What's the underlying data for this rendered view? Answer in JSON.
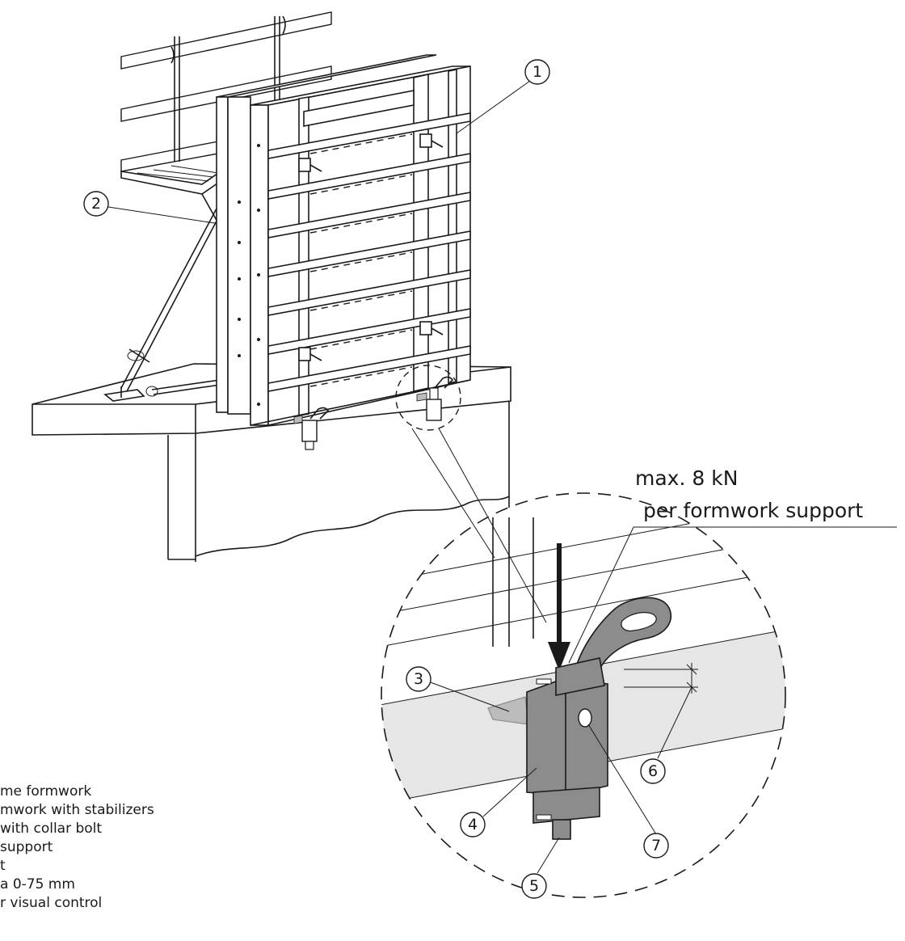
{
  "load_label": {
    "line1": "max. 8 kN",
    "line2": "per formwork support"
  },
  "callouts": [
    "1",
    "2",
    "3",
    "4",
    "5",
    "6",
    "7"
  ],
  "legend": [
    "me formwork",
    "mwork with stabilizers",
    "with collar bolt",
    "support",
    "t",
    "a 0-75 mm",
    "r visual control"
  ],
  "colors": {
    "line": "#1a1a1a",
    "support_fill": "#8c8c8c",
    "band_fill": "#e6e6e6",
    "key_fill": "#bcbcbc"
  }
}
